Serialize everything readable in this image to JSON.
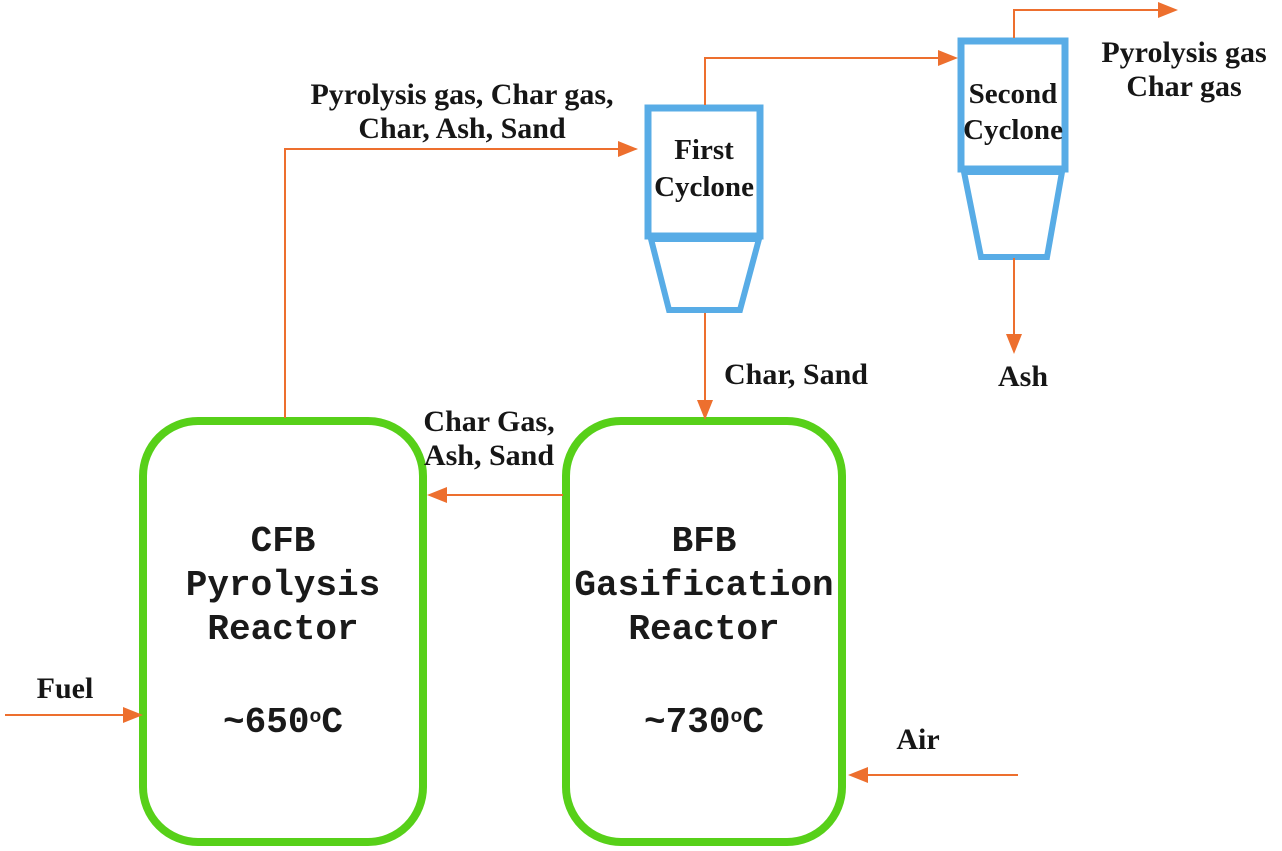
{
  "colors": {
    "reactor_green": "#57d019",
    "cyclone_blue": "#58ace6",
    "stream_orange": "#ed6f2e",
    "label_text": "#161616"
  },
  "reactors": {
    "cfb": {
      "name_lines": [
        "CFB",
        "Pyrolysis",
        "Reactor"
      ],
      "temp_value": "~650",
      "temp_degree": "o",
      "temp_unit": "C"
    },
    "bfb": {
      "name_lines": [
        "BFB",
        "Gasification",
        "Reactor"
      ],
      "temp_value": "~730",
      "temp_degree": "o",
      "temp_unit": "C"
    }
  },
  "cyclones": {
    "first": {
      "name_lines": [
        "First",
        "Cyclone"
      ]
    },
    "second": {
      "name_lines": [
        "Second",
        "Cyclone"
      ]
    }
  },
  "streams": {
    "pyrolysis_out": {
      "label_lines": [
        "Pyrolysis gas, Char gas,",
        "Char, Ash, Sand"
      ]
    },
    "char_sand": {
      "label": "Char, Sand"
    },
    "recycle": {
      "label_lines": [
        "Char Gas,",
        "Ash, Sand"
      ]
    },
    "product_gas": {
      "label_lines": [
        "Pyrolysis gas",
        "Char gas"
      ]
    },
    "ash": {
      "label": "Ash"
    },
    "fuel": {
      "label": "Fuel"
    },
    "air": {
      "label": "Air"
    }
  }
}
